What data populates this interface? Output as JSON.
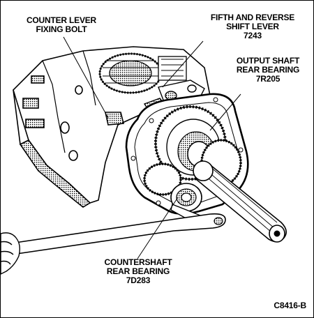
{
  "callouts": {
    "counter_lever_bolt": {
      "line1": "COUNTER LEVER",
      "line2": "FIXING BOLT"
    },
    "fifth_reverse_lever": {
      "line1": "FIFTH AND REVERSE",
      "line2": "SHIFT LEVER",
      "part_no": "7243"
    },
    "output_shaft_bearing": {
      "line1": "OUTPUT SHAFT",
      "line2": "REAR BEARING",
      "part_no": "7R205"
    },
    "countershaft_bearing": {
      "line1": "COUNTERSHAFT",
      "line2": "REAR BEARING",
      "part_no": "7D283"
    }
  },
  "figure_code": "C8416-B",
  "colors": {
    "ink": "#000000",
    "paper": "#ffffff",
    "shade": "#8a8a8a"
  }
}
